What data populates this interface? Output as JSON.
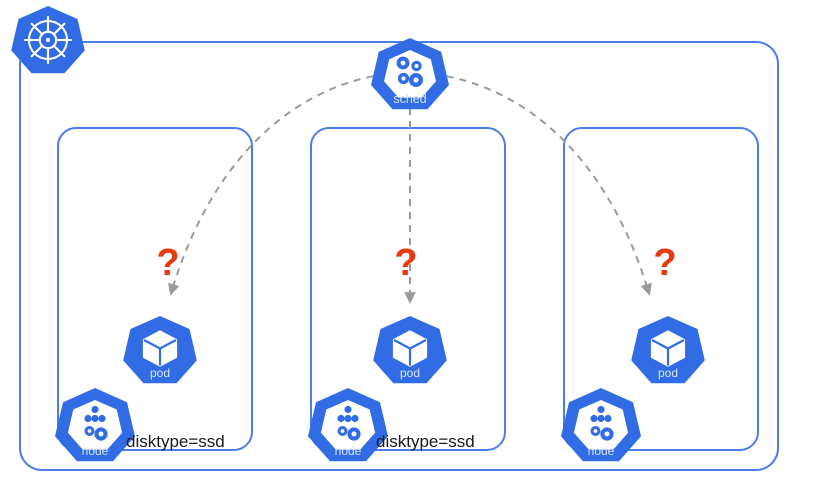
{
  "diagram": {
    "title": "kubernetes-scheduler-node-selection",
    "type": "kubernetes-architecture-diagram",
    "colors": {
      "k8s_blue": "#326ce5",
      "box_border": "#4a7ee8",
      "arrow_gray": "#9a9a9a",
      "question_red": "#e8380d",
      "background": "#ffffff",
      "icon_white": "#ffffff",
      "label_text": "#1a1a1a"
    },
    "cluster": {
      "logo_name": "kubernetes-logo",
      "border_color": "#4a7ee8"
    },
    "scheduler": {
      "label": "sched",
      "icon": "gears-icon"
    },
    "nodes": [
      {
        "id": "node-1",
        "pod": {
          "label": "pod",
          "icon": "cube-icon"
        },
        "node": {
          "label": "node",
          "icon": "node-gears-icon"
        },
        "selector_label": "disktype=ssd",
        "has_selector_label": true,
        "marker": "?"
      },
      {
        "id": "node-2",
        "pod": {
          "label": "pod",
          "icon": "cube-icon"
        },
        "node": {
          "label": "node",
          "icon": "node-gears-icon"
        },
        "selector_label": "disktype=ssd",
        "has_selector_label": true,
        "marker": "?"
      },
      {
        "id": "node-3",
        "pod": {
          "label": "pod",
          "icon": "cube-icon"
        },
        "node": {
          "label": "node",
          "icon": "node-gears-icon"
        },
        "selector_label": "",
        "has_selector_label": false,
        "marker": "?"
      }
    ],
    "markers": {
      "question_mark": "?"
    }
  }
}
